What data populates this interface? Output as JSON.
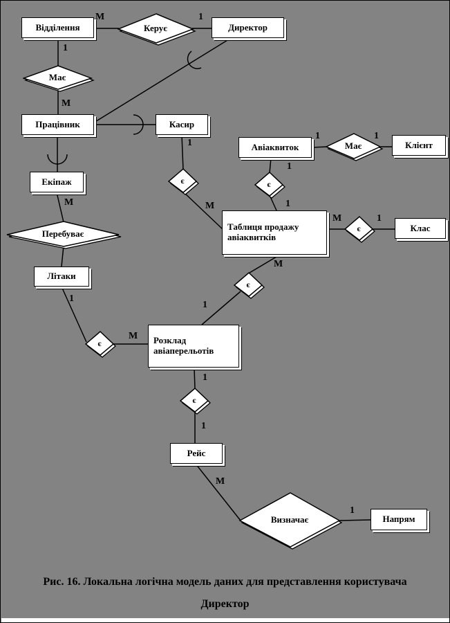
{
  "colors": {
    "background": "#838383",
    "shape_fill": "#ffffff",
    "line": "#000000",
    "text": "#000000"
  },
  "caption": {
    "line1": "Рис. 16. Локальна логічна модель даних для представлення користувача",
    "line2": "Директор"
  },
  "diagram": {
    "entities": {
      "viddilennia": {
        "label": "Відділення"
      },
      "dyrektor": {
        "label": "Директор"
      },
      "pratsivnyk": {
        "label": "Працівник"
      },
      "kasyr": {
        "label": "Касир"
      },
      "aviakvytok": {
        "label": "Авіаквиток"
      },
      "kliient": {
        "label": "Клієнт"
      },
      "ekipazh": {
        "label": "Екіпаж"
      },
      "tablytsia": {
        "label": "Таблиця продажу авіаквитків"
      },
      "klas": {
        "label": "Клас"
      },
      "litaky": {
        "label": "Літаки"
      },
      "rozklad": {
        "label": "Розклад авіаперельотів"
      },
      "reis": {
        "label": "Рейс"
      },
      "napriam": {
        "label": "Напрям"
      }
    },
    "relationships": {
      "keruie": {
        "label": "Керує"
      },
      "maie_left": {
        "label": "Має"
      },
      "maie_right": {
        "label": "Має"
      },
      "perebuvaie": {
        "label": "Перебуває"
      },
      "ie1": {
        "label": "є"
      },
      "ie2": {
        "label": "є"
      },
      "ie3": {
        "label": "є"
      },
      "ie4": {
        "label": "є"
      },
      "ie5": {
        "label": "є"
      },
      "ie6": {
        "label": "є"
      },
      "vyznachaie": {
        "label": "Визначає"
      }
    },
    "cardinalities": {
      "viddilennia_keruie": "М",
      "keruie_dyrektor": "1",
      "viddilennia_maie": "1",
      "maie_pratsivnyk": "М",
      "kasyr_ie": "1",
      "ie_tablytsia": "М",
      "aviakvytok_ie": "1",
      "ie_tablytsia_top": "1",
      "aviakvytok_maie": "1",
      "maie_kliient": "1",
      "ekipazh_perebuvaie": "М",
      "tablytsia_ie_right": "М",
      "ie_klas": "1",
      "tablytsia_ie_bottom": "М",
      "ie_rozklad_right": "1",
      "litaky_ie": "1",
      "ie_rozklad_left": "М",
      "rozklad_ie": "1",
      "ie_reis": "1",
      "reis_vyznachaie": "М",
      "vyznachaie_napriam": "1"
    }
  }
}
